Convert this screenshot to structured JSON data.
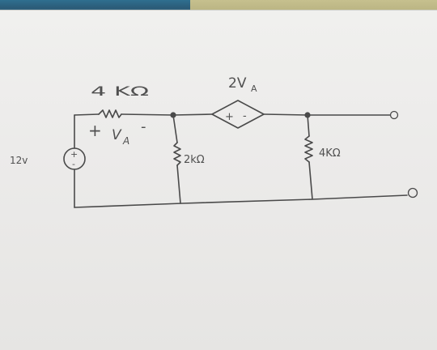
{
  "diagram": {
    "labels": {
      "source_voltage": "12v",
      "r1": "4 KΩ",
      "va": "V",
      "va_sub": "A",
      "va_plus": "+",
      "va_minus": "-",
      "dep_source": "2V",
      "dep_source_sub": "A",
      "dep_plus": "+",
      "dep_minus": "-",
      "src_plus": "+",
      "src_minus": "-",
      "r2": "2kΩ",
      "r3": "4KΩ"
    }
  }
}
